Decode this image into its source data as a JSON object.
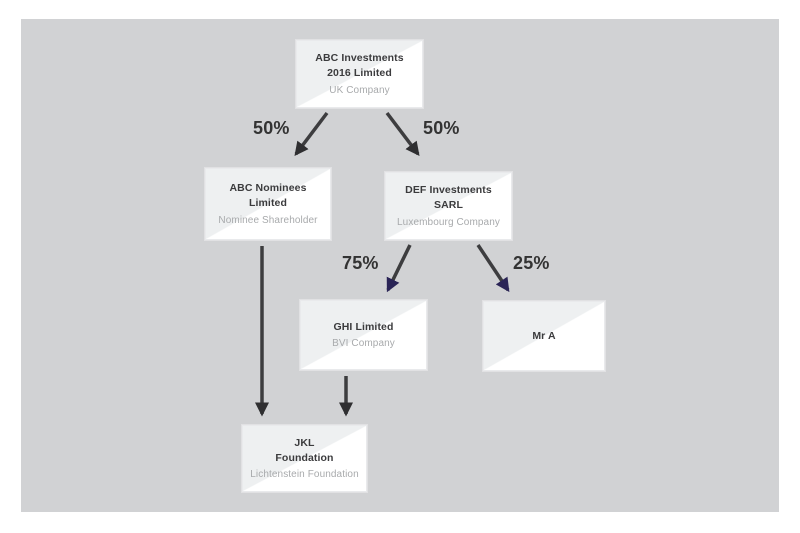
{
  "diagram": {
    "type": "ownership-structure-chart",
    "nodes": [
      {
        "id": "abc-investments",
        "name": "ABC Investments\n2016 Limited",
        "subtitle": "UK Company"
      },
      {
        "id": "abc-nominees",
        "name": "ABC Nominees\nLimited",
        "subtitle": "Nominee Shareholder"
      },
      {
        "id": "def-investments",
        "name": "DEF Investments\nSARL",
        "subtitle": "Luxembourg Company"
      },
      {
        "id": "ghi-limited",
        "name": "GHI Limited",
        "subtitle": "BVI Company"
      },
      {
        "id": "mr-a",
        "name": "Mr A",
        "subtitle": ""
      },
      {
        "id": "jkl-foundation",
        "name": "JKL\nFoundation",
        "subtitle": "Lichtenstein Foundation"
      }
    ],
    "edges": [
      {
        "from": "ABC Investments 2016 Limited",
        "to": "ABC Nominees Limited",
        "label": "50%"
      },
      {
        "from": "ABC Investments 2016 Limited",
        "to": "DEF Investments SARL",
        "label": "50%"
      },
      {
        "from": "DEF Investments SARL",
        "to": "GHI Limited",
        "label": "75%"
      },
      {
        "from": "DEF Investments SARL",
        "to": "Mr A",
        "label": "25%"
      },
      {
        "from": "ABC Nominees Limited",
        "to": "JKL Foundation",
        "label": ""
      },
      {
        "from": "GHI Limited",
        "to": "JKL Foundation",
        "label": ""
      }
    ],
    "colors": {
      "page_bg": "#ffffff",
      "panel_bg": "#d1d2d4",
      "node_bg_light": "#eef0f1",
      "node_bg_white": "#ffffff",
      "arrow_line": "#3d3d3f",
      "arrowhead_dark": "#2f2f31",
      "arrowhead_navy": "#2a2456",
      "title_text": "#3b3b3d",
      "subtitle_text": "#a8aaac",
      "label_text": "#333333"
    }
  }
}
